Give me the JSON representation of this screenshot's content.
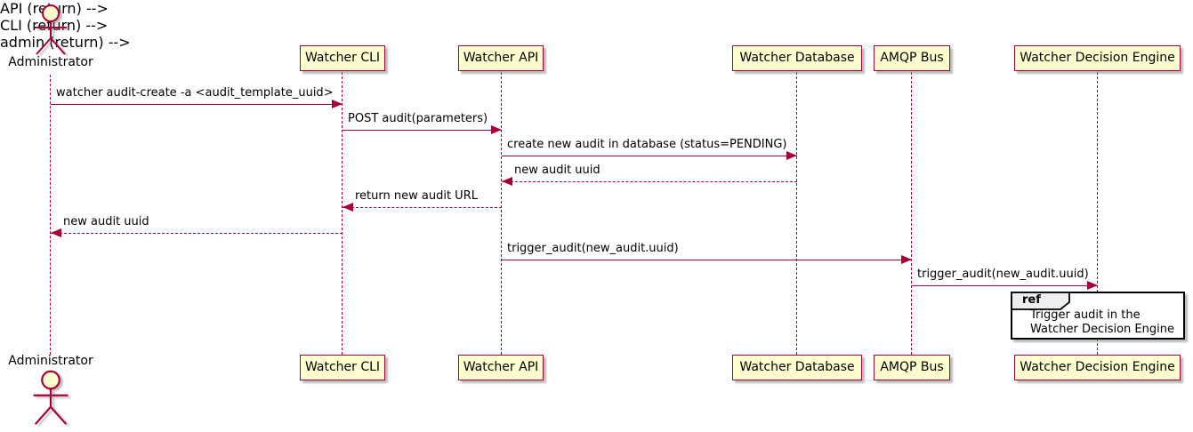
{
  "diagram_type": "sequence",
  "colors": {
    "participant_fill": "#FEFECE",
    "participant_border": "#A80036",
    "lifeline": "#A80036",
    "arrow": "#A80036",
    "text": "#000000",
    "ref_fill": "#FFFFFF",
    "ref_border": "#000000",
    "ref_tab_fill": "#EEEEEE"
  },
  "actor": {
    "label": "Administrator"
  },
  "participants": [
    {
      "label": "Watcher CLI"
    },
    {
      "label": "Watcher API"
    },
    {
      "label": "Watcher Database"
    },
    {
      "label": "AMQP Bus"
    },
    {
      "label": "Watcher Decision Engine"
    }
  ],
  "messages": [
    {
      "from": "Administrator",
      "to": "Watcher CLI",
      "line": "solid",
      "text": "watcher audit-create -a <audit_template_uuid>"
    },
    {
      "from": "Watcher CLI",
      "to": "Watcher API",
      "line": "solid",
      "text": "POST audit(parameters)"
    },
    {
      "from": "Watcher API",
      "to": "Watcher Database",
      "line": "solid",
      "text": "create new audit in database (status=PENDING)"
    },
    {
      "from": "Watcher Database",
      "to": "Watcher API",
      "line": "dashed",
      "text": "new audit uuid"
    },
    {
      "from": "Watcher API",
      "to": "Watcher CLI",
      "line": "dashed",
      "text": "return new audit URL"
    },
    {
      "from": "Watcher CLI",
      "to": "Administrator",
      "line": "dashed",
      "text": "new audit uuid"
    },
    {
      "from": "Watcher API",
      "to": "AMQP Bus",
      "line": "solid",
      "text": "trigger_audit(new_audit.uuid)"
    },
    {
      "from": "AMQP Bus",
      "to": "Watcher Decision Engine",
      "line": "solid",
      "text": "trigger_audit(new_audit.uuid)"
    }
  ],
  "ref": {
    "keyword": "ref",
    "line1": "Trigger audit in the",
    "line2": "Watcher Decision Engine"
  }
}
